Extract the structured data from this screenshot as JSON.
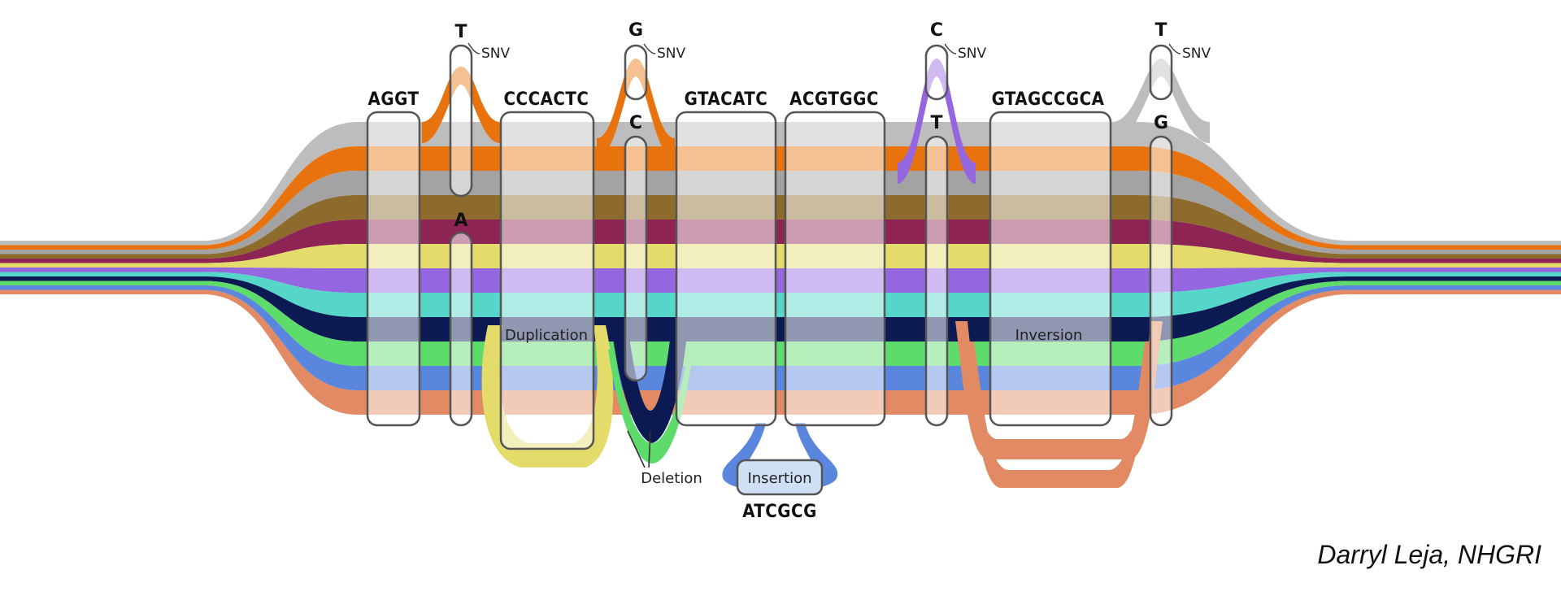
{
  "colors": {
    "gray": "#bdbdbd",
    "orange": "#e8730e",
    "gray2": "#a3a3a3",
    "olive": "#8c6b2c",
    "maroon": "#8e2453",
    "yellow": "#e3dc6a",
    "purple": "#9466e0",
    "teal": "#55d6c8",
    "navy": "#0b1a52",
    "green": "#5ddc6c",
    "blue": "#5b86de",
    "salmon": "#e28a63"
  },
  "nodes": {
    "aggt": "AGGT",
    "cccactc": "CCCACTC",
    "gtacatc": "GTACATC",
    "acgtggc": "ACGTGGC",
    "gtagccgca": "GTAGCCGCA"
  },
  "snvs": [
    {
      "top": "T",
      "bottom": "A",
      "tag": "SNV"
    },
    {
      "top": "G",
      "bottom": "C",
      "tag": "SNV"
    },
    {
      "top": "C",
      "bottom": "T",
      "tag": "SNV"
    },
    {
      "top": "T",
      "bottom": "G",
      "tag": "SNV"
    }
  ],
  "events": {
    "duplication": "Duplication",
    "deletion": "Deletion",
    "insertion": "Insertion",
    "insertion_seq": "ATCGCG",
    "inversion": "Inversion"
  },
  "credit": "Darryl Leja, NHGRI"
}
